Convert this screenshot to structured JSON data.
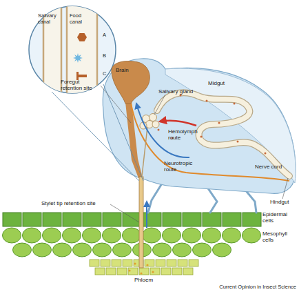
{
  "diagram": {
    "nodes": [
      {
        "text": [
          "Salivary canal",
          "Food canal",
          "A",
          "B",
          "C"
        ]
      },
      {
        "text": [
          "Brain"
        ]
      }
    ],
    "labels": [
      "Foregut retention site",
      "Salivary gland",
      "Midgut",
      "Hemolymph route",
      "Neurotropic route",
      "Nerve cord",
      "Hindgut",
      "Stylet tip retention site",
      "Epidermal cells",
      "Mesophyll cells",
      "Phloem",
      "Current Opinion in Insect Science"
    ]
  }
}
